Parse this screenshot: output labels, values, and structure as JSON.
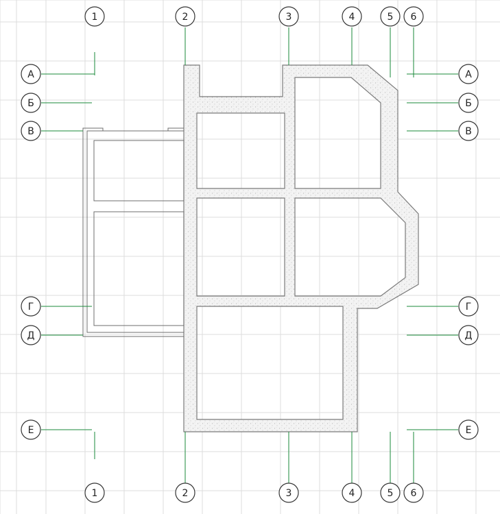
{
  "drawing": {
    "columns": {
      "top": [
        "1",
        "2",
        "3",
        "4",
        "5",
        "6"
      ],
      "bottom": [
        "1",
        "2",
        "3",
        "4",
        "5",
        "6"
      ]
    },
    "rows": {
      "left": [
        "А",
        "Б",
        "В",
        "Г",
        "Д",
        "Е"
      ],
      "right": [
        "А",
        "Б",
        "В",
        "Г",
        "Д",
        "Е"
      ]
    },
    "colors": {
      "grid": "#dcdcdc",
      "leader": "#1a8a3a",
      "wall_fill": "#f2f2f2",
      "wall_stroke": "#7a7a7a",
      "thin_wall": "#6e6e6e",
      "bubble_stroke": "#333333"
    }
  }
}
